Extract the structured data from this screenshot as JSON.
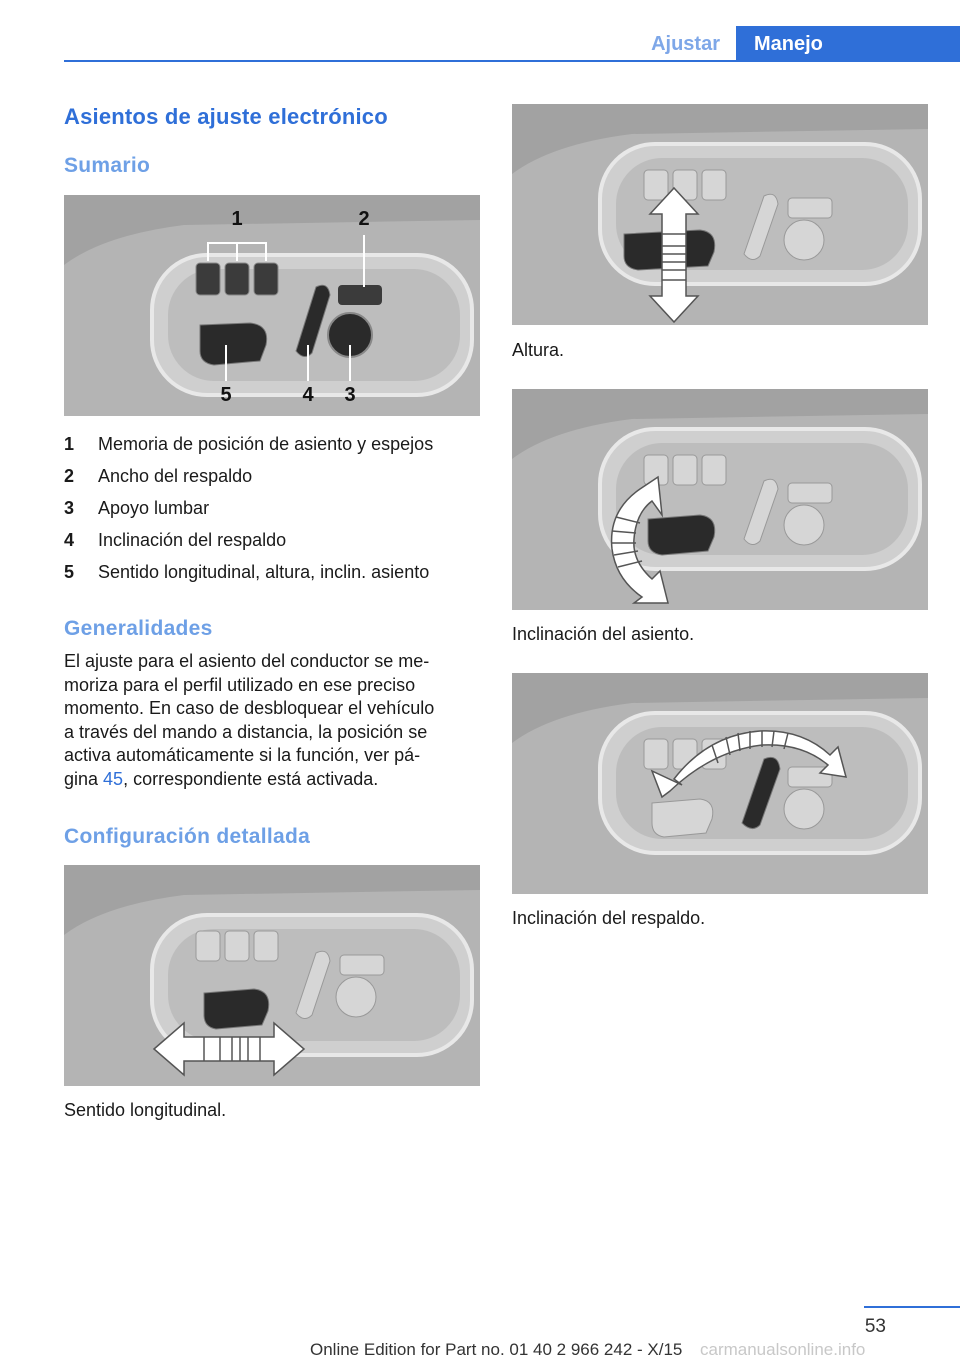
{
  "header": {
    "tab_ajustar": "Ajustar",
    "tab_manejo": "Manejo"
  },
  "title": "Asientos de ajuste electrónico",
  "sumario": {
    "heading": "Sumario",
    "figure_labels": [
      "1",
      "2",
      "3",
      "4",
      "5"
    ],
    "items": [
      {
        "num": "1",
        "text": "Memoria de posición de asiento y espejos"
      },
      {
        "num": "2",
        "text": "Ancho del respaldo"
      },
      {
        "num": "3",
        "text": "Apoyo lumbar"
      },
      {
        "num": "4",
        "text": "Inclinación del respaldo"
      },
      {
        "num": "5",
        "text": "Sentido longitudinal, altura, inclin. asiento"
      }
    ]
  },
  "generalidades": {
    "heading": "Generalidades",
    "lines": [
      "El ajuste para el asiento del conductor se me‐",
      "moriza para el perfil utilizado en ese preciso",
      "momento. En caso de desbloquear el vehículo",
      "a través del mando a distancia, la posición se",
      "activa automáticamente si la función, ver pá‐"
    ],
    "last_pre": "gina ",
    "link": "45",
    "last_post": ", correspondiente está activada."
  },
  "detalle": {
    "heading": "Configuración detallada",
    "captions": {
      "longitudinal": "Sentido longitudinal.",
      "altura": "Altura.",
      "inclinacion_asiento": "Inclinación del asiento.",
      "inclinacion_respaldo": "Inclinación del respaldo."
    }
  },
  "footer": {
    "page": "53",
    "edition": "Online Edition for Part no. 01 40 2 966 242 - X/15",
    "watermark": "carmanualsonline.info"
  },
  "colors": {
    "accent": "#2f6fd8",
    "subheading": "#6ea0e6"
  }
}
